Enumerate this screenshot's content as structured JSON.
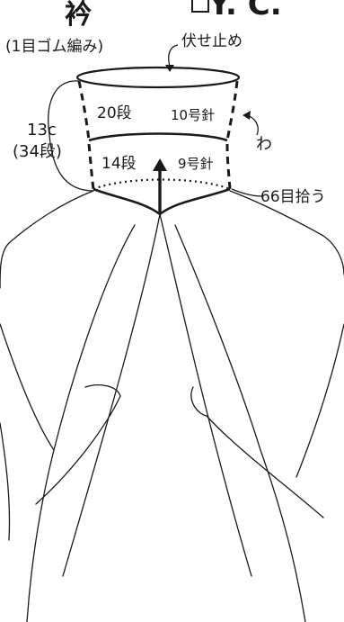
{
  "diagram": {
    "title": "衿",
    "subtitle": "(1目ゴム編み)",
    "bind_off": "伏せ止め",
    "total_height_line1": "13c",
    "total_height_line2": "(34段)",
    "upper_rows": "20段",
    "upper_needle": "10号針",
    "fold": "わ",
    "lower_rows": "14段",
    "lower_needle": "9号針",
    "pick_up": "66目拾う",
    "corner_text": "Y. C."
  },
  "colors": {
    "line": "#1a1a1a",
    "background": "#ffffff"
  }
}
